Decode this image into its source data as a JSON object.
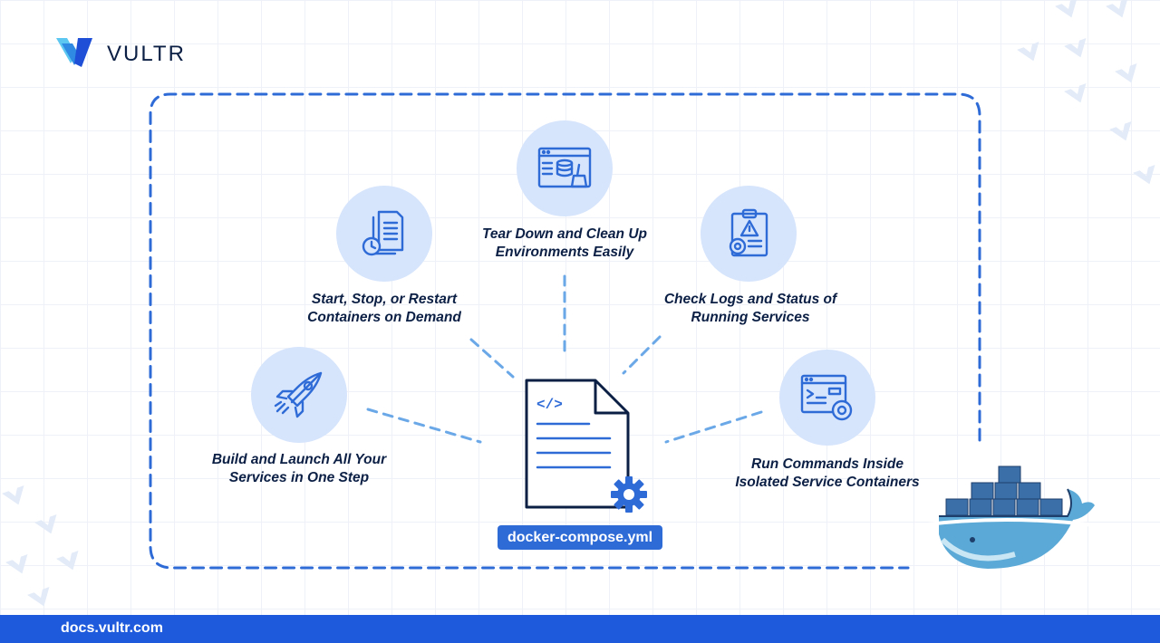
{
  "brand": {
    "name": "VULTR"
  },
  "features": [
    {
      "name": "build-launch",
      "line1": "Build and Launch All Your",
      "line2": "Services in One Step",
      "icon": "rocket-icon"
    },
    {
      "name": "start-stop-restart",
      "line1": "Start, Stop, or Restart",
      "line2": "Containers on Demand",
      "icon": "documents-history-icon"
    },
    {
      "name": "tear-down",
      "line1": "Tear Down and Clean Up",
      "line2": "Environments Easily",
      "icon": "database-broom-icon"
    },
    {
      "name": "check-logs",
      "line1": "Check Logs and Status of",
      "line2": "Running Services",
      "icon": "clipboard-warning-icon"
    },
    {
      "name": "run-commands",
      "line1": "Run Commands Inside",
      "line2": "Isolated Service Containers",
      "icon": "terminal-gear-icon"
    }
  ],
  "file": {
    "name": "docker-compose.yml",
    "code_glyph": "</>"
  },
  "footer": {
    "url": "docs.vultr.com"
  },
  "colors": {
    "accent": "#2f6bd7",
    "dash_border": "#2f6bd7",
    "dash_connector": "#6aa8e8",
    "circle_fill": "#d6e4fc",
    "text_dark": "#0b1f45",
    "footer": "#1e5bdc"
  }
}
